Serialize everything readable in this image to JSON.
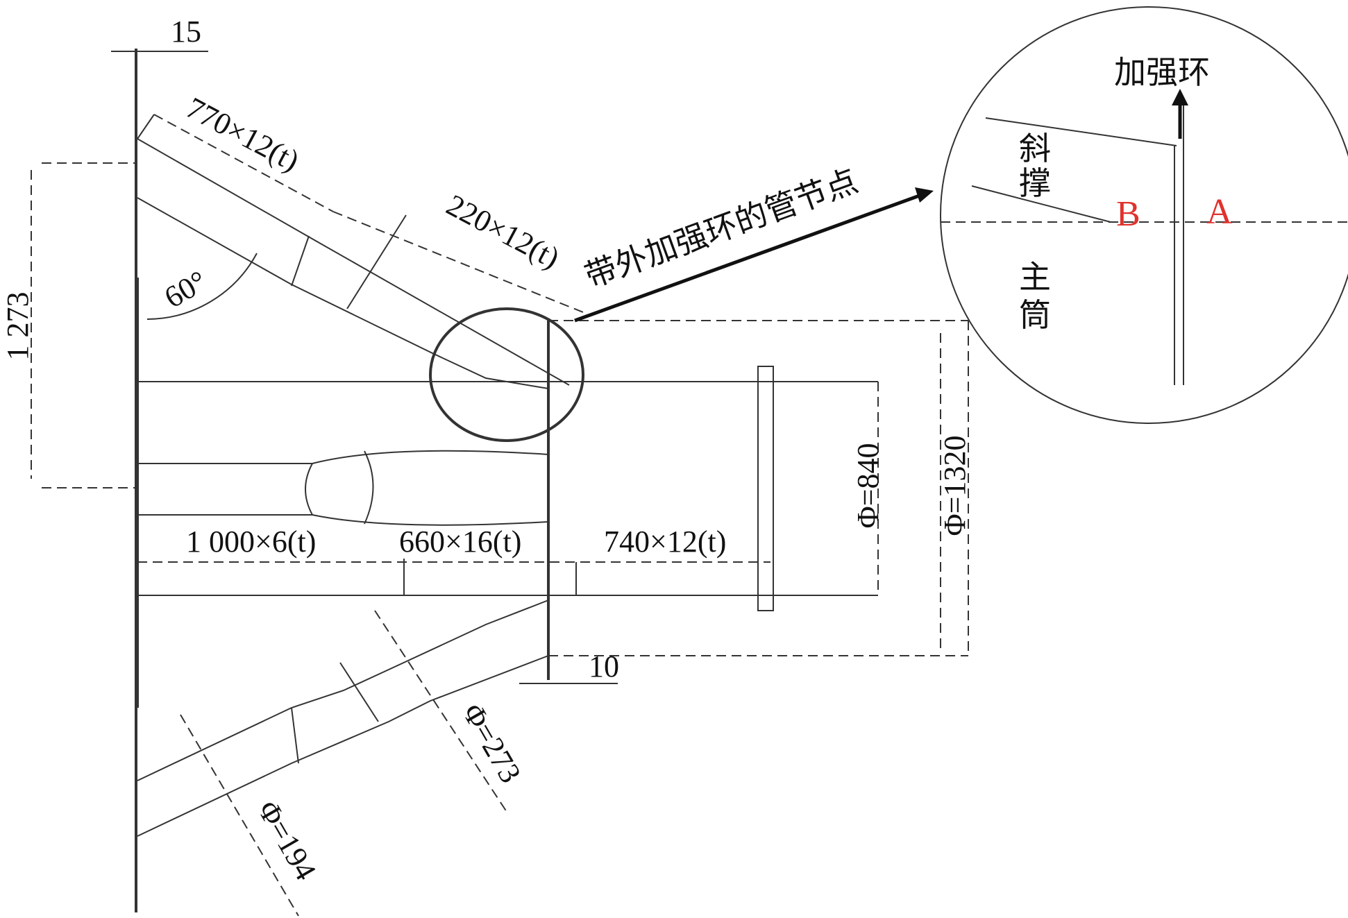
{
  "colors": {
    "line": "#333333",
    "text": "#111111",
    "label_red": "#e0322d"
  },
  "dimensions": {
    "d15": "15",
    "d1273": "1 273",
    "angle": "60°",
    "brace_upper": "770×12(t)",
    "brace_lower": "220×12(t)",
    "pipe1": "1 000×6(t)",
    "pipe2": "660×16(t)",
    "pipe3": "740×12(t)",
    "d10": "10",
    "phi840": "Φ=840",
    "phi1320": "Φ=1320",
    "phi273": "Φ=273",
    "phi194": "Φ=194"
  },
  "callout": {
    "main": "带外加强环的管节点",
    "ring": "加强环",
    "brace": "斜撑",
    "tube": "主筒",
    "point_a": "A",
    "point_b": "B"
  }
}
